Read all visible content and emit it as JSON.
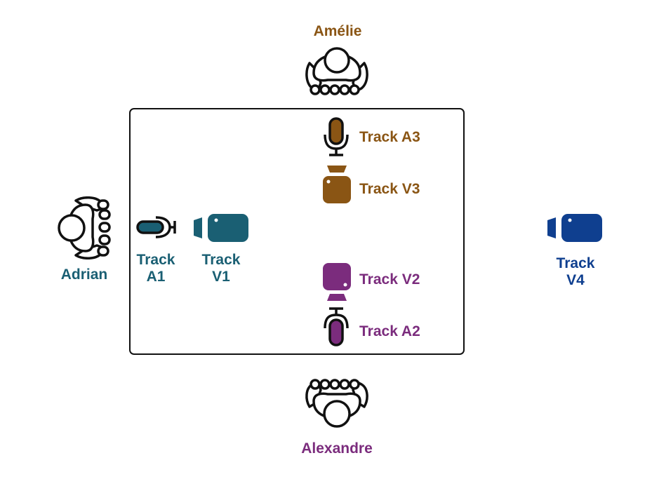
{
  "colors": {
    "outline": "#111111",
    "amelie": "#8a5514",
    "adrian": "#1a5f73",
    "alexandre": "#7b2c7d",
    "remote": "#0f3f8f"
  },
  "people": {
    "amelie": {
      "name": "Amélie",
      "icon": "person-top-view-icon"
    },
    "adrian": {
      "name": "Adrian",
      "icon": "person-top-view-icon"
    },
    "alexandre": {
      "name": "Alexandre",
      "icon": "person-top-view-icon"
    }
  },
  "tracks": {
    "a1": {
      "line1": "Track",
      "line2": "A1",
      "icon": "microphone-icon"
    },
    "v1": {
      "line1": "Track",
      "line2": "V1",
      "icon": "video-camera-icon"
    },
    "a3": {
      "label": "Track A3",
      "icon": "microphone-icon"
    },
    "v3": {
      "label": "Track V3",
      "icon": "video-camera-icon"
    },
    "v2": {
      "label": "Track V2",
      "icon": "video-camera-icon"
    },
    "a2": {
      "label": "Track A2",
      "icon": "microphone-icon"
    },
    "v4": {
      "line1": "Track",
      "line2": "V4",
      "icon": "video-camera-icon"
    }
  }
}
